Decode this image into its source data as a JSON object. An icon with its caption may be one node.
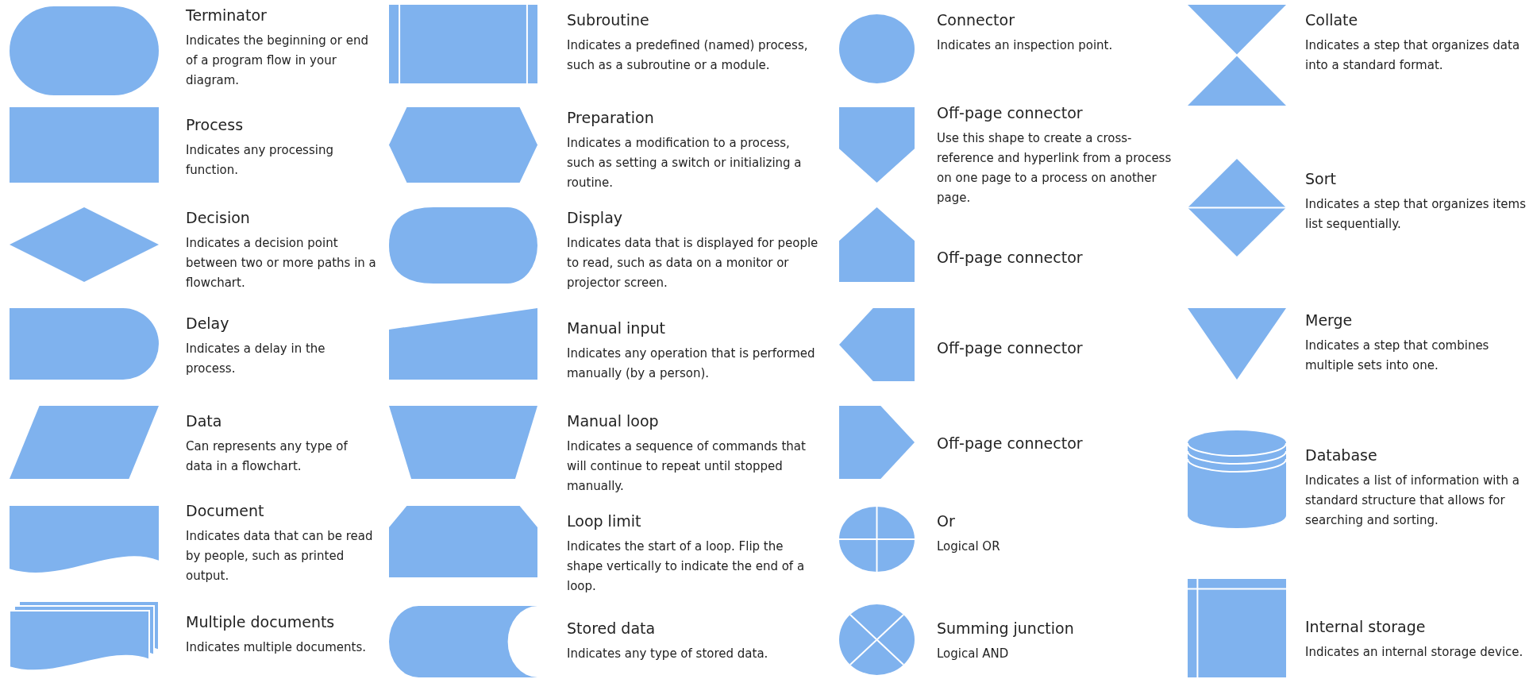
{
  "diagram": {
    "nodes": [
      {
        "text": [],
        "shape": "terminator",
        "beside": [
          "Terminator",
          "Indicates the beginning or end of a program flow in your diagram."
        ]
      },
      {
        "text": [],
        "shape": "process",
        "beside": [
          "Process",
          "Indicates any processing function."
        ]
      },
      {
        "text": [],
        "shape": "decision",
        "beside": [
          "Decision",
          "Indicates a decision point between two or more paths in a flowchart."
        ]
      },
      {
        "text": [],
        "shape": "delay",
        "beside": [
          "Delay",
          "Indicates a delay in the process."
        ]
      },
      {
        "text": [],
        "shape": "data",
        "beside": [
          "Data",
          "Can represents any type of data in a flowchart."
        ]
      },
      {
        "text": [],
        "shape": "document",
        "beside": [
          "Document",
          "Indicates data that can be read by people, such as printed output."
        ]
      },
      {
        "text": [],
        "shape": "multiple-documents",
        "beside": [
          "Multiple documents",
          "Indicates multiple documents."
        ]
      },
      {
        "text": [],
        "shape": "subroutine",
        "beside": [
          "Subroutine",
          "Indicates a predefined (named) process, such as a subroutine or a module."
        ]
      },
      {
        "text": [],
        "shape": "preparation",
        "beside": [
          "Preparation",
          "Indicates a modification to a process, such as setting a switch or initializing a routine."
        ]
      },
      {
        "text": [],
        "shape": "display",
        "beside": [
          "Display",
          "Indicates data that is displayed for people to read, such as data on a monitor or projector screen."
        ]
      },
      {
        "text": [],
        "shape": "manual-input",
        "beside": [
          "Manual input",
          "Indicates any operation that is performed manually (by a person)."
        ]
      },
      {
        "text": [],
        "shape": "manual-loop",
        "beside": [
          "Manual loop",
          "Indicates a sequence of commands that will continue to repeat until stopped manually."
        ]
      },
      {
        "text": [],
        "shape": "loop-limit",
        "beside": [
          "Loop limit",
          "Indicates the start of a loop. Flip the shape vertically to indicate the end of a loop."
        ]
      },
      {
        "text": [],
        "shape": "stored-data",
        "beside": [
          "Stored data",
          "Indicates any type of stored data."
        ]
      },
      {
        "text": [],
        "shape": "circle",
        "beside": [
          "Connector",
          "Indicates an inspection point."
        ]
      },
      {
        "text": [],
        "shape": "pentagon-down",
        "beside": [
          "Off-page connector",
          "Use this shape to create a cross-reference and hyperlink from a process on one page to a process on another page."
        ]
      },
      {
        "text": [],
        "shape": "pentagon-up",
        "beside": [
          "Off-page connector"
        ]
      },
      {
        "text": [],
        "shape": "pentagon-left",
        "beside": [
          "Off-page connector"
        ]
      },
      {
        "text": [],
        "shape": "pentagon-right",
        "beside": [
          "Off-page connector"
        ]
      },
      {
        "text": [],
        "shape": "or",
        "beside": [
          "Or",
          "Logical OR"
        ]
      },
      {
        "text": [],
        "shape": "summing-junction",
        "beside": [
          "Summing junction",
          "Logical AND"
        ]
      },
      {
        "text": [],
        "shape": "collate",
        "beside": [
          "Collate",
          "Indicates a step that organizes data into a standard format."
        ]
      },
      {
        "text": [],
        "shape": "sort",
        "beside": [
          "Sort",
          "Indicates a step that organizes items list sequentially."
        ]
      },
      {
        "text": [],
        "shape": "merge",
        "beside": [
          "Merge",
          "Indicates a step that combines multiple sets into one."
        ]
      },
      {
        "text": [],
        "shape": "cylinder",
        "beside": [
          "Database",
          "Indicates a list of information with a standard structure that allows for searching and sorting."
        ]
      },
      {
        "text": [],
        "shape": "internal-storage",
        "beside": [
          "Internal storage",
          "Indicates an internal storage device."
        ]
      }
    ]
  }
}
